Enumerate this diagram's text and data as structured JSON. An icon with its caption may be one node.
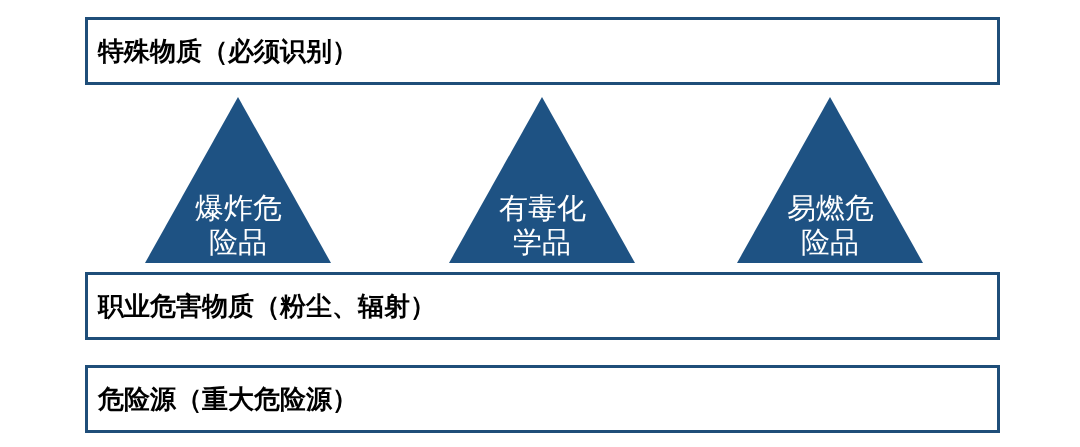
{
  "diagram": {
    "nodes": [
      {
        "text": [
          "特殊物质（必须识别）"
        ]
      },
      {
        "text": [
          "爆炸危险品"
        ]
      },
      {
        "text": [
          "有毒化学品"
        ]
      },
      {
        "text": [
          "易燃危险品"
        ]
      },
      {
        "text": [
          "职业危害物质（粉尘、辐射）"
        ]
      },
      {
        "text": [
          "危险源（重大危险源）"
        ]
      }
    ]
  }
}
